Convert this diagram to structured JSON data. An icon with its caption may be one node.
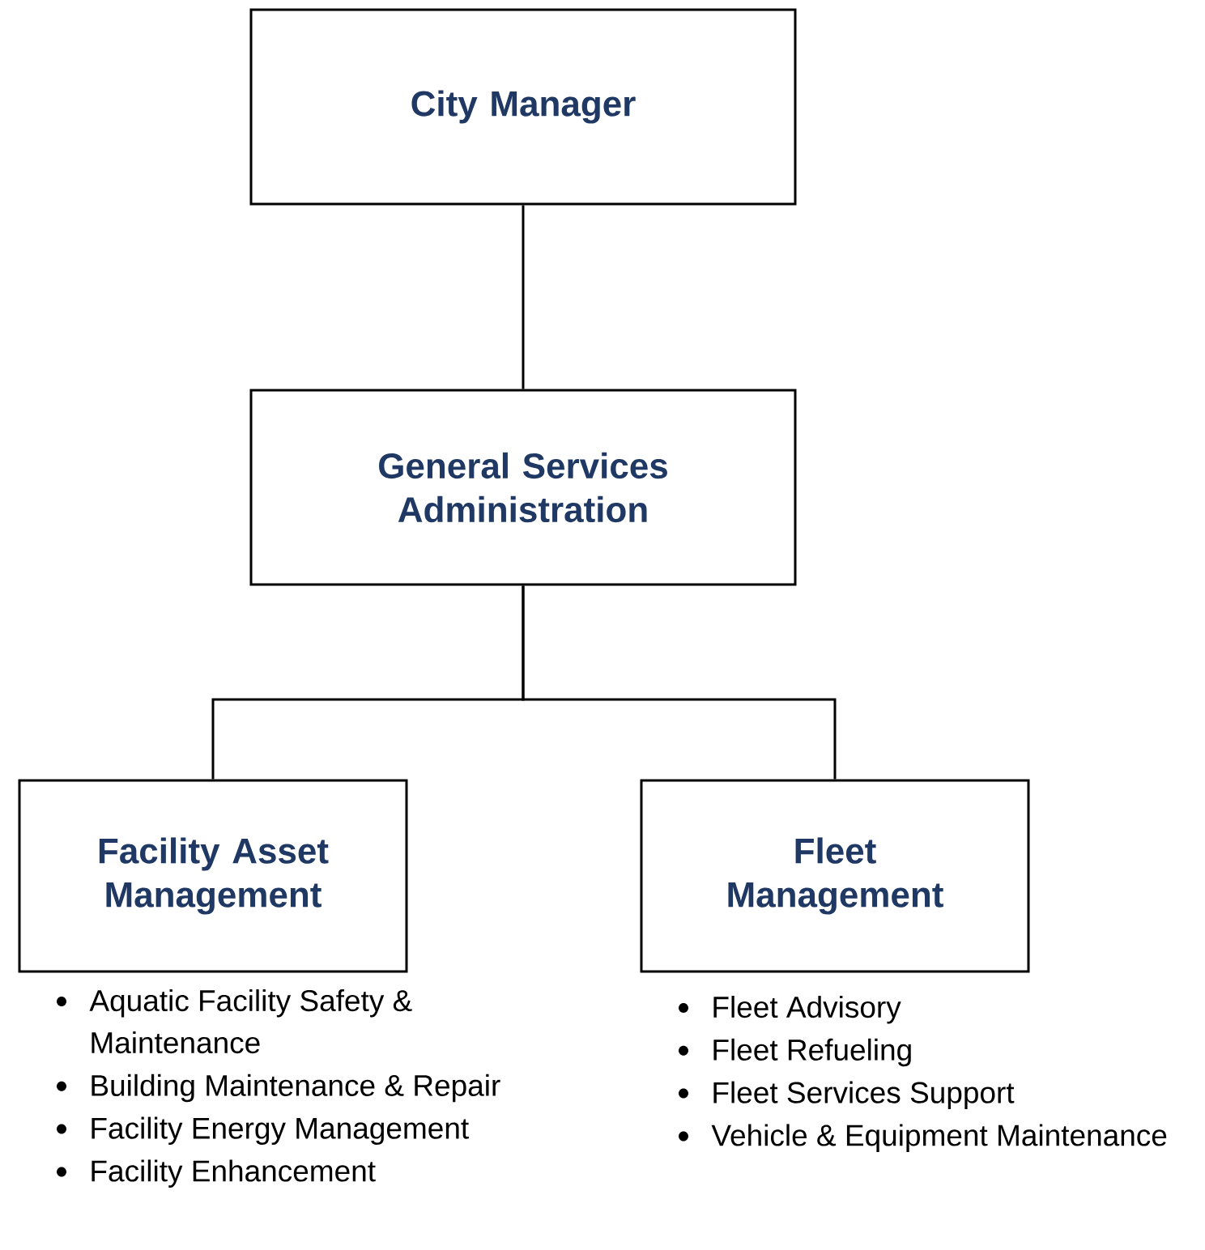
{
  "diagram": {
    "nodes": [
      {
        "text": [
          "City Manager"
        ]
      },
      {
        "text": [
          "General Services Administration"
        ]
      },
      {
        "text": [
          "Facility Asset Management"
        ],
        "beside": [
          "Aquatic Facility Safety & Maintenance",
          "Building Maintenance & Repair",
          "Facility Energy Management",
          "Facility Enhancement"
        ]
      },
      {
        "text": [
          "Fleet Management"
        ],
        "beside": [
          "Fleet Advisory",
          "Fleet Refueling",
          "Fleet Services Support",
          "Vehicle & Equipment Maintenance"
        ]
      }
    ],
    "edges": [
      {
        "from": 0,
        "to": 1,
        "arrow": "none"
      },
      {
        "from": 1,
        "to": 2,
        "arrow": "none"
      },
      {
        "from": 1,
        "to": 3,
        "arrow": "none"
      }
    ]
  }
}
